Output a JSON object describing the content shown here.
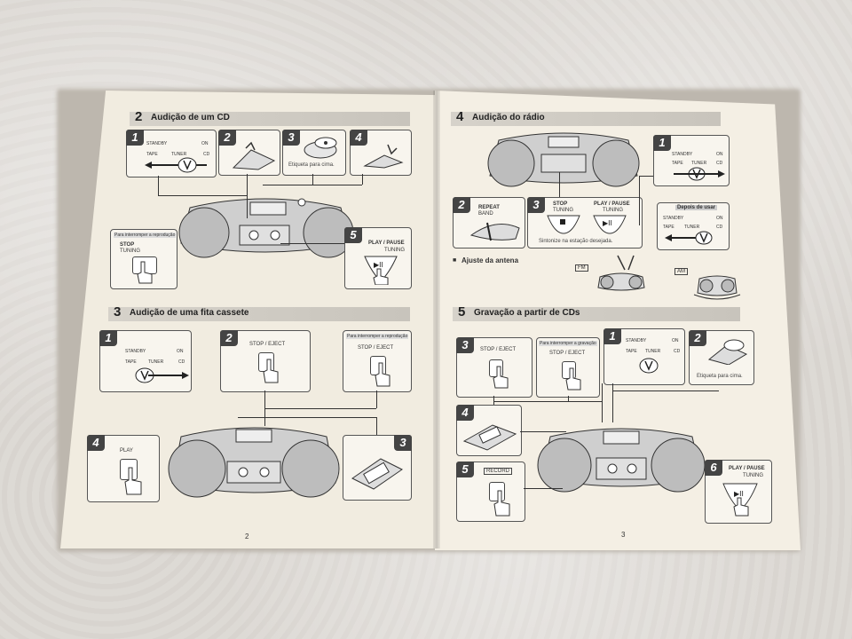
{
  "left_page": {
    "page_number": "2",
    "section2": {
      "number": "2",
      "title": "Audição de um CD",
      "step1": {
        "number": "1",
        "switch_labels": [
          "STANDBY",
          "ON",
          "TAPE",
          "TUNER",
          "CD"
        ]
      },
      "step2": {
        "number": "2"
      },
      "step3": {
        "number": "3",
        "caption": "Etiqueta para cima."
      },
      "step4": {
        "number": "4"
      },
      "step5": {
        "number": "5",
        "button_label": "PLAY / PAUSE",
        "sub_label": "TUNING"
      },
      "stop_box": {
        "header": "Para interromper a reprodução",
        "button_label": "STOP",
        "sub_label": "TUNING"
      }
    },
    "section3": {
      "number": "3",
      "title": "Audição de uma fita cassete",
      "step1": {
        "number": "1",
        "switch_labels": [
          "STANDBY",
          "ON",
          "TAPE",
          "TUNER",
          "CD"
        ]
      },
      "step2": {
        "number": "2",
        "button_label": "STOP / EJECT"
      },
      "stop_box": {
        "header": "Para interromper a reprodução",
        "button_label": "STOP / EJECT"
      },
      "step3": {
        "number": "3"
      },
      "step4": {
        "number": "4",
        "button_label": "PLAY"
      }
    }
  },
  "right_page": {
    "page_number": "3",
    "section4": {
      "number": "4",
      "title": "Audição do rádio",
      "step1": {
        "number": "1",
        "switch_labels": [
          "STANDBY",
          "ON",
          "TAPE",
          "TUNER",
          "CD"
        ]
      },
      "step2": {
        "number": "2",
        "button_label": "REPEAT",
        "sub_label": "BAND"
      },
      "step3": {
        "number": "3",
        "stop_label": "STOP",
        "stop_sub": "TUNING",
        "play_label": "PLAY / PAUSE",
        "play_sub": "TUNING",
        "caption": "Sintonize na estação desejada."
      },
      "after_use": {
        "header": "Depois de usar",
        "switch_labels": [
          "STANDBY",
          "ON",
          "TAPE",
          "TUNER",
          "CD"
        ]
      },
      "antenna": {
        "title": "Ajuste da antena",
        "fm": "FM",
        "am": "AM"
      }
    },
    "section5": {
      "number": "5",
      "title": "Gravação a partir de CDs",
      "step1": {
        "number": "1",
        "switch_labels": [
          "STANDBY",
          "ON",
          "TAPE",
          "TUNER",
          "CD"
        ]
      },
      "step2": {
        "number": "2",
        "caption": "Etiqueta para cima."
      },
      "step3": {
        "number": "3",
        "button_label": "STOP / EJECT"
      },
      "stop_box": {
        "header": "Para interromper a gravação",
        "button_label": "STOP / EJECT"
      },
      "step4": {
        "number": "4"
      },
      "step5": {
        "number": "5",
        "button_label": "RECORD"
      },
      "step6": {
        "number": "6",
        "button_label": "PLAY / PAUSE",
        "sub_label": "TUNING"
      }
    }
  }
}
